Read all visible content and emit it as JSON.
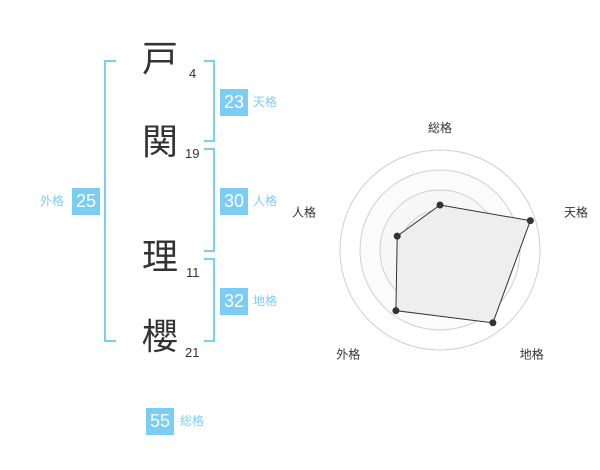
{
  "colors": {
    "accent": "#7ccdf4",
    "bracket": "#7ccdf4",
    "label": "#7ccdf4"
  },
  "name": [
    {
      "char": "戸",
      "strokes": "4"
    },
    {
      "char": "関",
      "strokes": "19"
    },
    {
      "char": "理",
      "strokes": "11"
    },
    {
      "char": "櫻",
      "strokes": "21"
    }
  ],
  "fortune": {
    "tenkaku": {
      "value": "23",
      "label": "天格"
    },
    "jinkaku": {
      "value": "30",
      "label": "人格"
    },
    "chikaku": {
      "value": "32",
      "label": "地格"
    },
    "gaikaku": {
      "value": "25",
      "label": "外格"
    },
    "soukaku": {
      "value": "55",
      "label": "総格"
    }
  },
  "chart_data": {
    "type": "radar",
    "axes": [
      "総格",
      "天格",
      "地格",
      "外格",
      "人格"
    ],
    "values": [
      0.45,
      0.95,
      0.9,
      0.75,
      0.45
    ],
    "max": 1,
    "rings": 5
  }
}
